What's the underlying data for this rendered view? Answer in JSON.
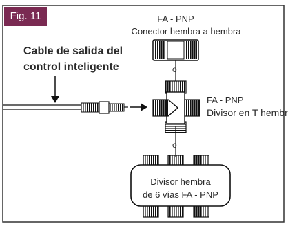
{
  "figure": {
    "tag": "Fig. 11",
    "accent_color": "#7a2a52"
  },
  "connector": {
    "line1": "FA - PNP",
    "line2": "Conector hembra a hembra"
  },
  "cable": {
    "line1": "Cable de salida del",
    "line2": "control inteligente"
  },
  "or_labels": [
    "o",
    "o"
  ],
  "tee": {
    "line1": "FA - PNP",
    "line2": "Divisor en T hembra"
  },
  "splitter": {
    "line1": "Divisor hembra",
    "line2": "de 6 vías FA - PNP"
  }
}
